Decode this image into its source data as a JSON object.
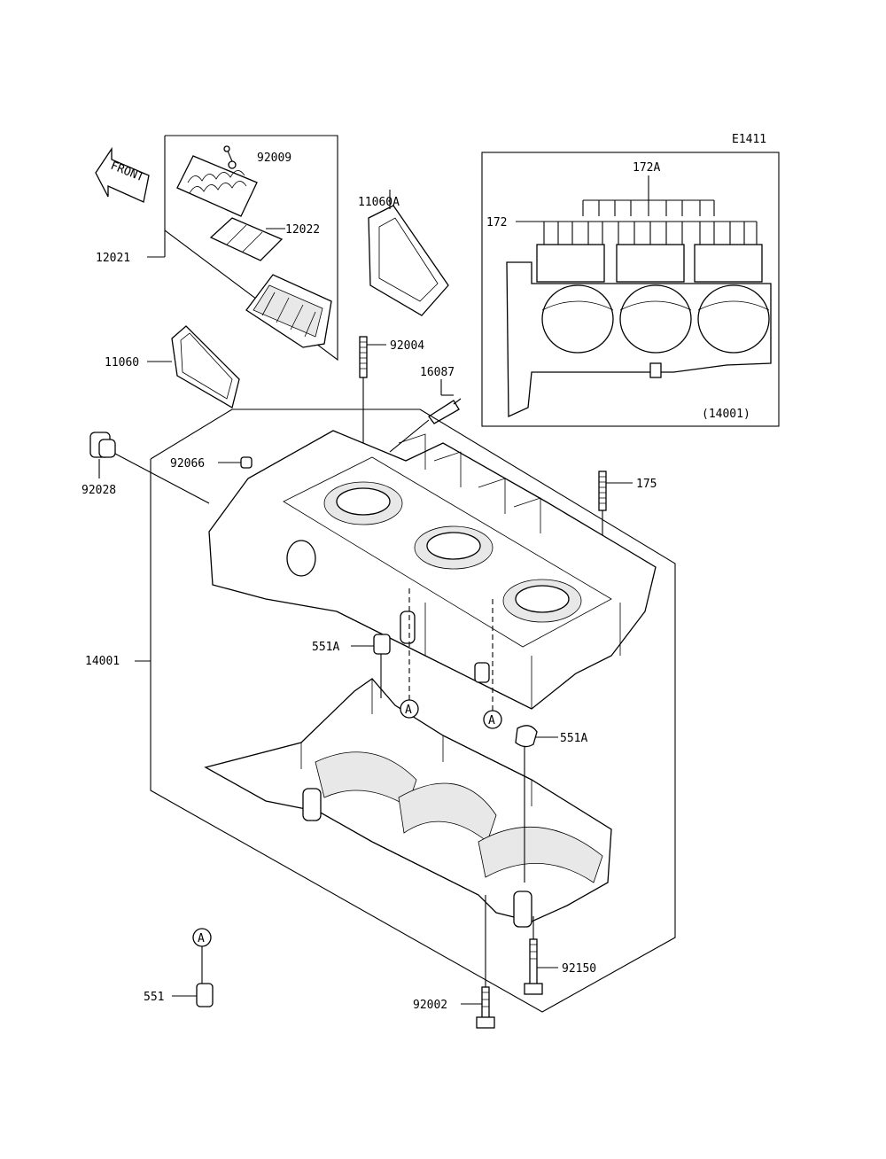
{
  "diagram_code": "E1411",
  "front_label": "FRONT",
  "callout_letter": "A",
  "labels": {
    "p92009": "92009",
    "p12022": "12022",
    "p12021": "12021",
    "p11060A": "11060A",
    "p11060": "11060",
    "p92004": "92004",
    "p16087": "16087",
    "p92028": "92028",
    "p92066": "92066",
    "p175": "175",
    "p14001": "14001",
    "p551A_top": "551A",
    "p551A_right": "551A",
    "p551": "551",
    "p92150": "92150",
    "p92002": "92002",
    "p172A": "172A",
    "p172": "172",
    "p14001_inset": "(14001)"
  }
}
